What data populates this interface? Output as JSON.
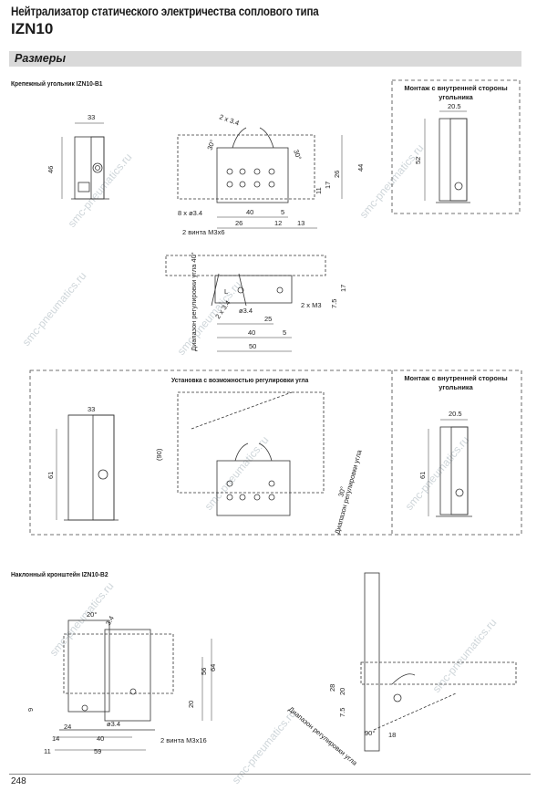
{
  "header": {
    "title": "Нейтрализатор статического электричества соплового типа",
    "model": "IZN10"
  },
  "section": {
    "label": "Размеры"
  },
  "blocks": {
    "bracket_b1": "Крепежный угольник IZN10-B1",
    "inner_mount_1": "Монтаж с внутренней стороны угольника",
    "angle_adjust": "Установка с возможностью регулировки угла",
    "inner_mount_2": "Монтаж с внутренней стороны угольника",
    "bracket_b2": "Наклонный кронштейн IZN10-B2"
  },
  "callouts": {
    "holes_2x34": "2 x 3.4",
    "holes_8x34": "8 x ø3.4",
    "screws_m3x6": "2 винта М3x6",
    "screws_2xm3": "2 x M3",
    "hole_34": "ø3.4",
    "holes_2x_o4": "2 x 3.4",
    "range_angle_40": "Диапазон регулировки угла 40°",
    "range_angle_30": "Диапазон регулировки угла",
    "screws_m3x16": "2 винта М3x16",
    "range_angle_90": "Диапазон регулировки угла"
  },
  "dims": {
    "d33a": "33",
    "d46": "46",
    "d20_5a": "20.5",
    "d52": "52",
    "d30a": "30°",
    "d30b": "30°",
    "d44": "44",
    "d26a": "26",
    "d17a": "17",
    "d11": "11",
    "d40a": "40",
    "d5a": "5",
    "d26b": "26",
    "d12": "12",
    "d13": "13",
    "d17b": "17",
    "d7_5a": "7.5",
    "d25": "25",
    "d40b": "40",
    "d5b": "5",
    "d50": "50",
    "dL": "L",
    "d33b": "33",
    "d61a": "61",
    "d90": "(90)",
    "d30c": "30°",
    "d20_5b": "20.5",
    "d61b": "61",
    "d20deg": "20°",
    "d3_4": "3.4",
    "d56": "56",
    "d64": "64",
    "d20a": "20",
    "d9": "9",
    "d24": "24",
    "d14": "14",
    "d40c": "40",
    "d59": "59",
    "d11b": "11",
    "d28": "28",
    "d20b": "20",
    "d7_5b": "7.5",
    "d90deg": "90°",
    "d18": "18"
  },
  "footer": {
    "page": "248"
  },
  "watermark": {
    "text": "smc-pneumatics.ru"
  }
}
